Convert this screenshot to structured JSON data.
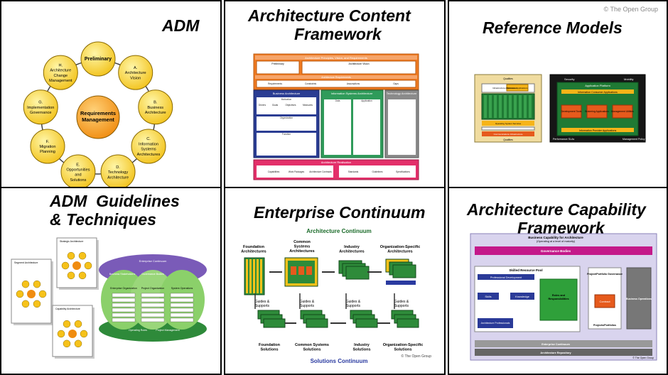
{
  "copyright": "© The Open Group",
  "panels": {
    "adm": {
      "title": "ADM",
      "center": "Requirements Management",
      "phases": [
        {
          "id": "Preliminary",
          "label": ""
        },
        {
          "id": "A.",
          "label": "Architecture Vision"
        },
        {
          "id": "B.",
          "label": "Business Architecture"
        },
        {
          "id": "C.",
          "label": "Information Systems Architectures"
        },
        {
          "id": "D.",
          "label": "Technology Architecture"
        },
        {
          "id": "E.",
          "label": "Opportunities and Solutions"
        },
        {
          "id": "F.",
          "label": "Migration Planning"
        },
        {
          "id": "G.",
          "label": "Implementation Governance"
        },
        {
          "id": "H.",
          "label": "Architecture Change Management"
        }
      ]
    },
    "acf": {
      "title_line1": "Architecture Content",
      "title_line2": "Framework",
      "top_bar": "Architecture Principles, Vision, and Requirements",
      "requirements_bar": "Architecture Requirements",
      "prelim": "Preliminary",
      "arch_vision": "Architecture Vision",
      "business": "Business Architecture",
      "infosys": "Information Systems Architecture",
      "tech": "Technology Architecture",
      "realisation": "Architecture Realisation",
      "small_labels": [
        "Requirements",
        "Constraints",
        "Assumptions",
        "Gaps",
        "Motivation",
        "Organization",
        "Function",
        "Data",
        "Application",
        "Drivers",
        "Goals",
        "Objectives",
        "Measures",
        "Capabilities",
        "Work Packages",
        "Architecture Contracts",
        "Standards",
        "Guidelines",
        "Specifications"
      ]
    },
    "refmodels": {
      "title": "Reference Models",
      "trm_labels": [
        "Qualities",
        "Infrastructure Applications",
        "Business Applications",
        "Application Platform Interface",
        "Operating System Services",
        "Network Services",
        "Communications Infrastructure Interface",
        "Communications Infrastructure"
      ],
      "iii_labels": [
        "Security",
        "Mobility",
        "Application Platform",
        "Information Consumer Applications",
        "Development Tools",
        "Brokering Applications",
        "Management Utilities",
        "Information Provider Applications",
        "Performance SLAs",
        "Management Policy"
      ]
    },
    "guidelines": {
      "title_line1": "ADM  Guidelines",
      "title_line2": "& Techniques",
      "doc_labels": [
        "Segment Architecture",
        "Strategic Architecture",
        "Capability Architecture"
      ],
      "org_labels": [
        "Enterprise Continuum",
        "Business Stakeholders",
        "Enterprise Organization",
        "Project Organization",
        "System Operations",
        "Governance Bodies",
        "Operating Rules",
        "Project Management"
      ]
    },
    "continuum": {
      "title": "Enterprise Continuum",
      "arch_continuum": "Architecture Continuum",
      "solutions_continuum": "Solutions Continuum",
      "arch_labels": [
        "Foundation Architectures",
        "Common Systems Architectures",
        "Industry Architectures",
        "Organization-Specific Architectures"
      ],
      "sol_labels": [
        "Foundation Solutions",
        "Common Systems Solutions",
        "Industry Solutions",
        "Organization-Specific Solutions"
      ],
      "guides": "Guides & Supports"
    },
    "capability": {
      "title_line1": "Architecture Capability",
      "title_line2": "Framework",
      "header": "Business Capability for Architecture",
      "subheader": "(Operating at a level of maturity)",
      "governance": "Governance Bodies",
      "skilled_pool": "Skilled Resource Pool",
      "prof_dev": "Professional Development",
      "skills": "Skills",
      "knowledge": "Knowledge",
      "roles": "Roles and Responsibilities",
      "arch_professionals": "Architecture Professionals",
      "project_gov": "Project/Portfolio Governance",
      "contract": "Contract",
      "projects": "Projects/Portfolios",
      "business_ops": "Business Operations",
      "enterprise_continuum": "Enterprise Continuum",
      "repository": "Architecture Repository",
      "copyright": "© The Open Group"
    }
  }
}
